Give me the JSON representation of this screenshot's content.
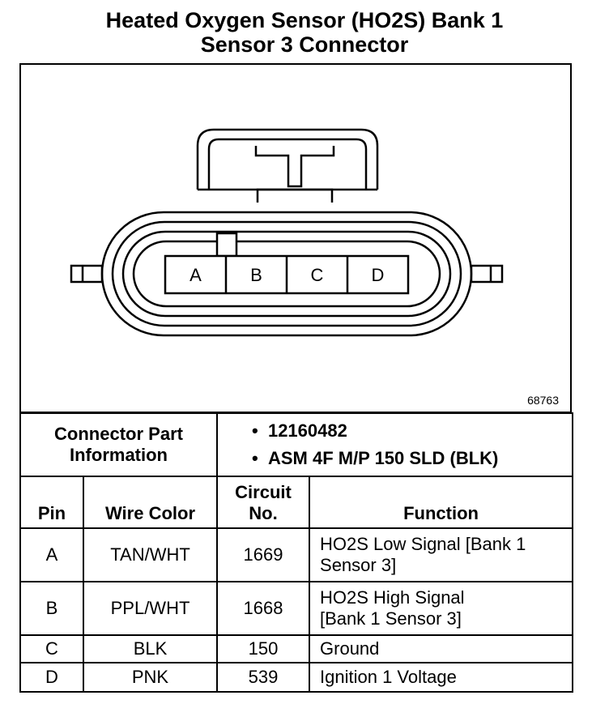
{
  "title": {
    "line1": "Heated Oxygen Sensor (HO2S) Bank 1",
    "line2": "Sensor 3 Connector"
  },
  "figure_number": "68763",
  "connector_pins": [
    "A",
    "B",
    "C",
    "D"
  ],
  "part_info": {
    "label_line1": "Connector Part",
    "label_line2": "Information",
    "items": [
      "12160482",
      "ASM 4F M/P 150 SLD (BLK)"
    ]
  },
  "table": {
    "headers": {
      "pin": "Pin",
      "wire_color": "Wire Color",
      "circuit_line1": "Circuit",
      "circuit_line2": "No.",
      "function": "Function"
    },
    "rows": [
      {
        "pin": "A",
        "wire_color": "TAN/WHT",
        "circuit": "1669",
        "function_line1": "HO2S Low Signal [Bank 1",
        "function_line2": "Sensor 3]"
      },
      {
        "pin": "B",
        "wire_color": "PPL/WHT",
        "circuit": "1668",
        "function_line1": "HO2S High Signal",
        "function_line2": "[Bank 1 Sensor 3]"
      },
      {
        "pin": "C",
        "wire_color": "BLK",
        "circuit": "150",
        "function_line1": "Ground",
        "function_line2": ""
      },
      {
        "pin": "D",
        "wire_color": "PNK",
        "circuit": "539",
        "function_line1": "Ignition 1 Voltage",
        "function_line2": ""
      }
    ]
  }
}
